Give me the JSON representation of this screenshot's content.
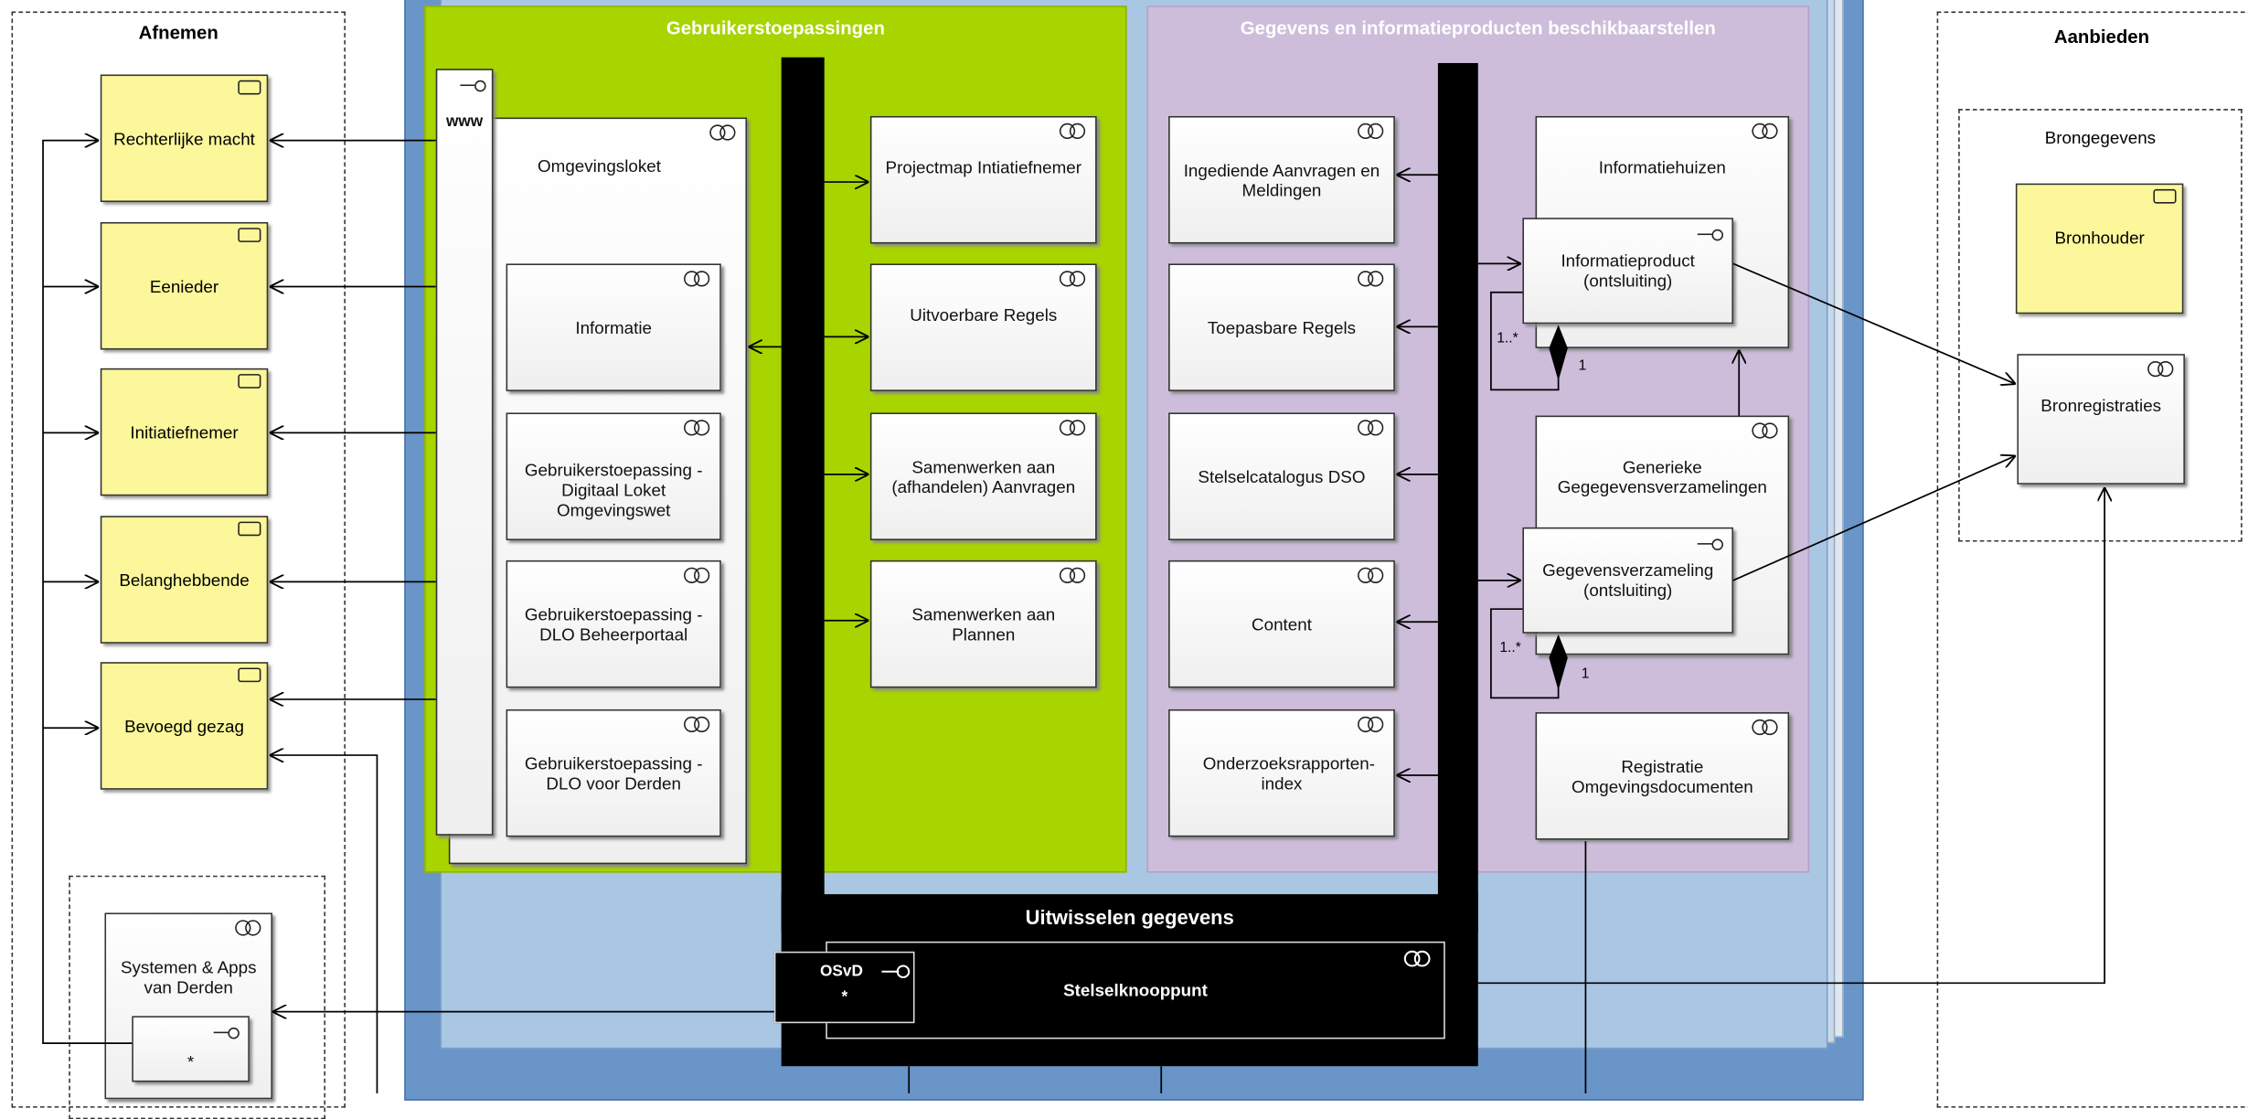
{
  "afnemen": {
    "title": "Afnemen",
    "actors": [
      "Rechterlijke macht",
      "Eenieder",
      "Initiatiefnemer",
      "Belanghebbende",
      "Bevoegd gezag"
    ],
    "derden_component": "Systemen & Apps van Derden",
    "derden_interface": "*"
  },
  "aanbieden": {
    "title": "Aanbieden",
    "group_title": "Brongegevens",
    "actor": "Bronhouder",
    "component": "Bronregistraties"
  },
  "gebruikers": {
    "title": "Gebruikerstoepassingen",
    "www": "www",
    "loket": "Omgevingsloket",
    "loket_children": [
      "Informatie",
      "Gebruikerstoepassing - Digitaal Loket Omgevingswet",
      "Gebruikerstoepassing - DLO Beheerportaal",
      "Gebruikerstoepassing - DLO voor Derden"
    ],
    "right_components": [
      "Projectmap Intiatiefnemer",
      "Uitvoerbare Regels",
      "Samenwerken aan (afhandelen) Aanvragen",
      "Samenwerken aan Plannen"
    ]
  },
  "gegevens": {
    "title": "Gegevens en informatieproducten beschikbaarstellen",
    "left_components": [
      "Ingediende Aanvragen en Meldingen",
      "Toepasbare Regels",
      "Stelselcatalogus DSO",
      "Content",
      "Onderzoeksrapporten-index"
    ],
    "informatiehuizen": "Informatiehuizen",
    "informatieproduct": "Informatieproduct (ontsluiting)",
    "generieke": "Generieke Gegegevensverzamelingen",
    "gegevensverzameling": "Gegevensverzameling (ontsluiting)",
    "registratie": "Registratie Omgevingsdocumenten",
    "mult_many_1": "1..*",
    "mult_one_1": "1",
    "mult_many_2": "1..*",
    "mult_one_2": "1"
  },
  "uitwisselen": {
    "title": "Uitwisselen gegevens",
    "osvd": "OSvD",
    "osvd_star": "*",
    "knooppunt": "Stelselknooppunt"
  },
  "colors": {
    "actor_fill": "#fbf79a",
    "outer_blue": "#6a95c9",
    "inner_blue": "#a9c6e3",
    "green": "#a8d400",
    "purple": "#cdbddb",
    "bus": "#000000"
  }
}
